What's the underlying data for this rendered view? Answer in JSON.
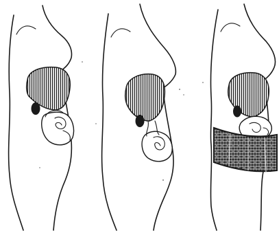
{
  "figure": {
    "panels": [
      {
        "id": "left",
        "belt": false
      },
      {
        "id": "middle",
        "belt": false
      },
      {
        "id": "right",
        "belt": true
      }
    ],
    "colors": {
      "ink": "#1a1a1a",
      "paper": "#ffffff"
    },
    "icons": {
      "figure": "anatomical-torso-drawing",
      "organ_upper": "liver-drawing",
      "organ_lower": "intestines-drawing",
      "support": "abdominal-belt-drawing"
    }
  }
}
